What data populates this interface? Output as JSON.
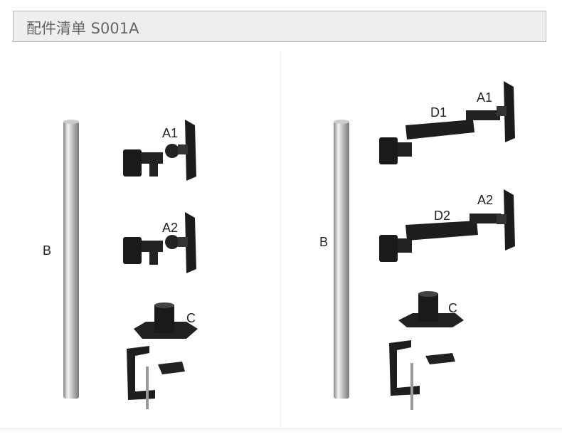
{
  "header": {
    "title": "配件清单  S001A"
  },
  "left_panel": {
    "pole": "B",
    "arm1": "A1",
    "arm2": "A2",
    "base": "C"
  },
  "right_panel": {
    "pole": "B",
    "arm1": "A1",
    "arm2": "A2",
    "ext1": "D1",
    "ext2": "D2",
    "base": "C"
  }
}
